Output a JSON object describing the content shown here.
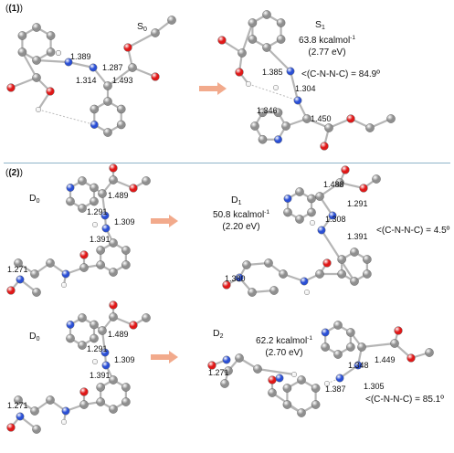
{
  "panels": [
    {
      "tag": "(1)",
      "left": {
        "state": {
          "main": "S",
          "sub": "0"
        },
        "bonds": [
          "1.389",
          "1.287",
          "1.314",
          "1.493"
        ]
      },
      "right": {
        "state": {
          "main": "S",
          "sub": "1"
        },
        "energy": {
          "value": "63.8 kcalmol",
          "sup": "-1",
          "ev": "(2.77 eV)"
        },
        "dihedral": "<(C-N-N-C) = 84.9º",
        "bonds": [
          "1.385",
          "1.304",
          "1.346",
          "1.450"
        ]
      }
    },
    {
      "tag": "(2)",
      "rows": [
        {
          "left": {
            "state": {
              "main": "D",
              "sub": "0"
            },
            "bonds": [
              "1.489",
              "1.291",
              "1.309",
              "1.391",
              "1.271"
            ]
          },
          "right": {
            "state": {
              "main": "D",
              "sub": "1"
            },
            "energy": {
              "value": "50.8 kcalmol",
              "sup": "-1",
              "ev": "(2.20 eV)"
            },
            "dihedral": "<(C-N-N-C) = 4.5º",
            "bonds": [
              "1.488",
              "1.291",
              "1.308",
              "1.391",
              "1.380"
            ]
          }
        },
        {
          "left": {
            "state": {
              "main": "D",
              "sub": "0"
            },
            "bonds": [
              "1.489",
              "1.291",
              "1.309",
              "1.391",
              "1.271"
            ]
          },
          "right": {
            "state": {
              "main": "D",
              "sub": "2"
            },
            "energy": {
              "value": "62.2 kcalmol",
              "sup": "-1",
              "ev": "(2.70 eV)"
            },
            "dihedral": "<(C-N-N-C) = 85.1º",
            "bonds": [
              "1.449",
              "1.348",
              "1.305",
              "1.387",
              "1.271"
            ]
          }
        }
      ]
    }
  ],
  "colors": {
    "carbon": "#8f8f8f",
    "nitrogen": "#2a4fd6",
    "oxygen": "#e01818",
    "hydrogen": "#f2f2f2",
    "arrow": "#f2aa8c",
    "divider": "#8fb3c8",
    "hbond": "#bbbbbb"
  }
}
